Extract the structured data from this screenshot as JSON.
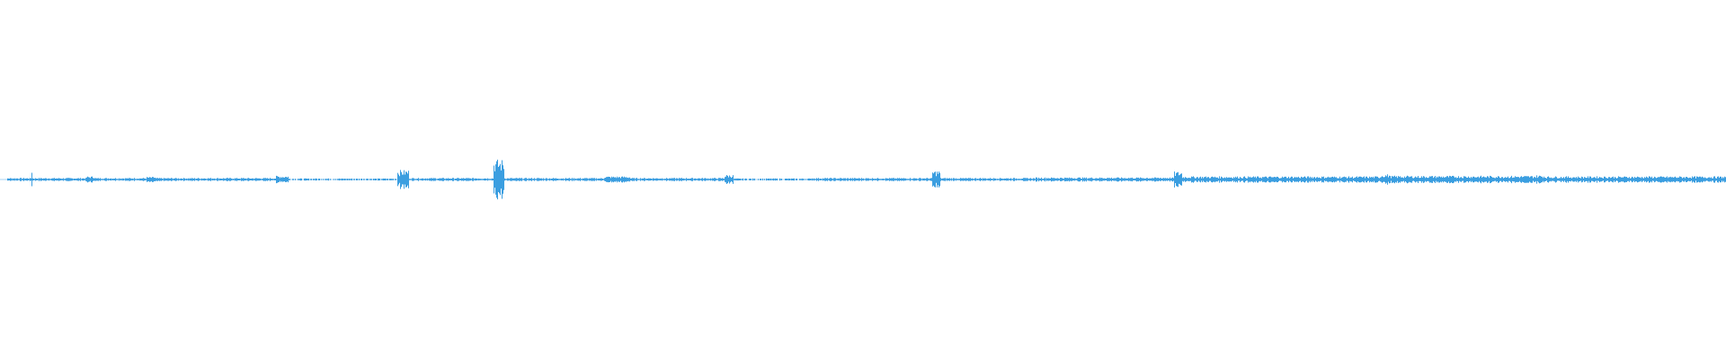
{
  "colors": {
    "background": "#ffffff",
    "waveform": "#3b9ee0"
  },
  "waveform": {
    "baseline": "center",
    "segments": [
      {
        "start": 0.0,
        "end": 0.004,
        "amp": 0.0
      },
      {
        "start": 0.004,
        "end": 0.018,
        "amp": 0.03
      },
      {
        "start": 0.018,
        "end": 0.019,
        "amp": 0.25
      },
      {
        "start": 0.019,
        "end": 0.05,
        "amp": 0.03
      },
      {
        "start": 0.05,
        "end": 0.055,
        "amp": 0.06
      },
      {
        "start": 0.055,
        "end": 0.085,
        "amp": 0.03
      },
      {
        "start": 0.085,
        "end": 0.09,
        "amp": 0.05
      },
      {
        "start": 0.09,
        "end": 0.16,
        "amp": 0.03
      },
      {
        "start": 0.16,
        "end": 0.167,
        "amp": 0.07
      },
      {
        "start": 0.167,
        "end": 0.23,
        "amp": 0.02
      },
      {
        "start": 0.23,
        "end": 0.237,
        "amp": 0.18
      },
      {
        "start": 0.237,
        "end": 0.286,
        "amp": 0.03
      },
      {
        "start": 0.286,
        "end": 0.292,
        "amp": 0.38
      },
      {
        "start": 0.292,
        "end": 0.35,
        "amp": 0.03
      },
      {
        "start": 0.35,
        "end": 0.365,
        "amp": 0.06
      },
      {
        "start": 0.365,
        "end": 0.42,
        "amp": 0.03
      },
      {
        "start": 0.42,
        "end": 0.425,
        "amp": 0.09
      },
      {
        "start": 0.425,
        "end": 0.47,
        "amp": 0.02
      },
      {
        "start": 0.47,
        "end": 0.54,
        "amp": 0.03
      },
      {
        "start": 0.54,
        "end": 0.545,
        "amp": 0.17
      },
      {
        "start": 0.545,
        "end": 0.6,
        "amp": 0.03
      },
      {
        "start": 0.6,
        "end": 0.68,
        "amp": 0.04
      },
      {
        "start": 0.68,
        "end": 0.685,
        "amp": 0.15
      },
      {
        "start": 0.685,
        "end": 0.8,
        "amp": 0.06
      },
      {
        "start": 0.8,
        "end": 0.805,
        "amp": 0.1
      },
      {
        "start": 0.805,
        "end": 0.89,
        "amp": 0.07
      },
      {
        "start": 0.89,
        "end": 0.895,
        "amp": 0.08
      },
      {
        "start": 0.895,
        "end": 1.0,
        "amp": 0.06
      }
    ]
  }
}
